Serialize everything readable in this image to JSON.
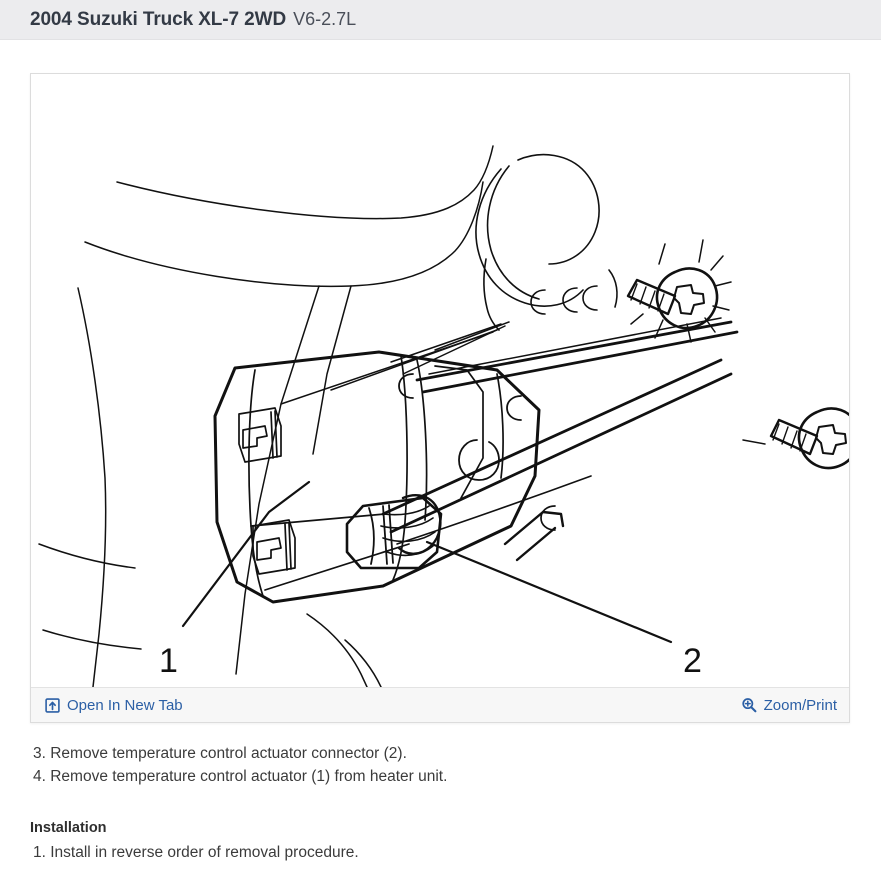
{
  "header": {
    "vehicle_title": "2004 Suzuki Truck XL-7 2WD",
    "engine": "V6-2.7L"
  },
  "figure": {
    "alt": "Temperature control actuator mounted on heater unit with two mounting screws",
    "callouts": [
      {
        "number": "1",
        "refers_to": "temperature control actuator"
      },
      {
        "number": "2",
        "refers_to": "temperature control actuator connector"
      }
    ],
    "links": {
      "open_in_new_tab": {
        "label": "Open In New Tab",
        "icon": "open-in-new-tab-icon"
      },
      "zoom_print": {
        "label": "Zoom/Print",
        "icon": "magnifier-plus-icon"
      }
    },
    "link_color": "#2b5fa5"
  },
  "procedure": {
    "removal_steps": [
      "3. Remove temperature control actuator connector (2).",
      "4. Remove temperature control actuator (1) from heater unit."
    ],
    "installation": {
      "heading": "Installation",
      "steps": [
        "1. Install in reverse order of removal procedure."
      ]
    }
  },
  "colors": {
    "header_background": "#ececee",
    "page_background": "#ffffff",
    "title_text": "#333a45",
    "body_text": "#3b3b3b",
    "link": "#2b5fa5",
    "panel_border": "#dcdcdc",
    "linkbar_background": "#f7f7f7"
  }
}
